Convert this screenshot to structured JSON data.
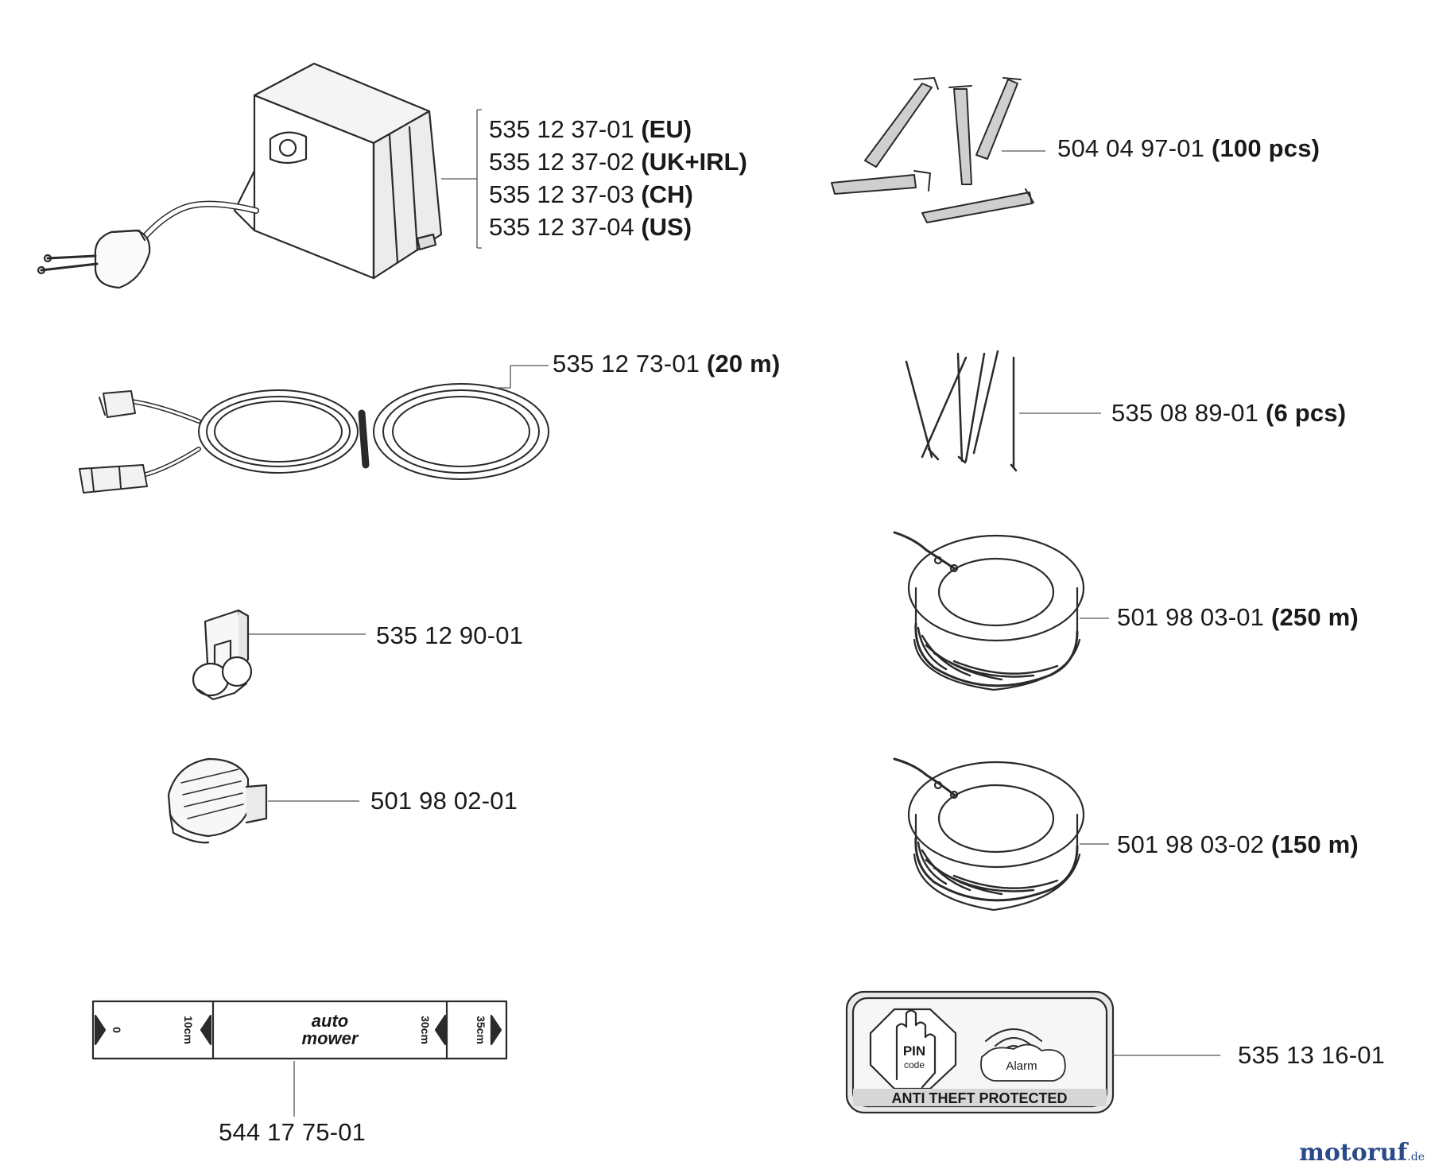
{
  "parts": {
    "transformer": {
      "numbers": [
        {
          "num": "535 12 37-01",
          "variant": "(EU)"
        },
        {
          "num": "535 12 37-02",
          "variant": "(UK+IRL)"
        },
        {
          "num": "535 12 37-03",
          "variant": "(CH)"
        },
        {
          "num": "535 12 37-04",
          "variant": "(US)"
        }
      ]
    },
    "pegs": {
      "num": "504 04 97-01",
      "qty": "(100 pcs)"
    },
    "low_voltage_cable": {
      "num": "535 12 73-01",
      "qty": "(20 m)"
    },
    "nails": {
      "num": "535 08 89-01",
      "qty": "(6 pcs)"
    },
    "connector": {
      "num": "535 12 90-01"
    },
    "wire_250": {
      "num": "501 98 03-01",
      "qty": "(250 m)"
    },
    "coupler": {
      "num": "501 98 02-01"
    },
    "wire_150": {
      "num": "501 98 03-02",
      "qty": "(150 m)"
    },
    "measure_gauge": {
      "num": "544 17 75-01",
      "marks": [
        "0",
        "10cm",
        "30cm",
        "35cm"
      ],
      "brand_line1": "auto",
      "brand_line2": "mower"
    },
    "decal": {
      "num": "535 13 16-01",
      "pin_line1": "PIN",
      "pin_line2": "code",
      "alarm": "Alarm",
      "banner": "ANTI THEFT PROTECTED"
    }
  },
  "watermark": {
    "main": "motoruf",
    "suffix": ".de"
  },
  "colors": {
    "line": "#2a2a2a",
    "leader": "#555555",
    "logo_blue": "#2b4a8a",
    "logo_orange": "#d04a1a"
  }
}
